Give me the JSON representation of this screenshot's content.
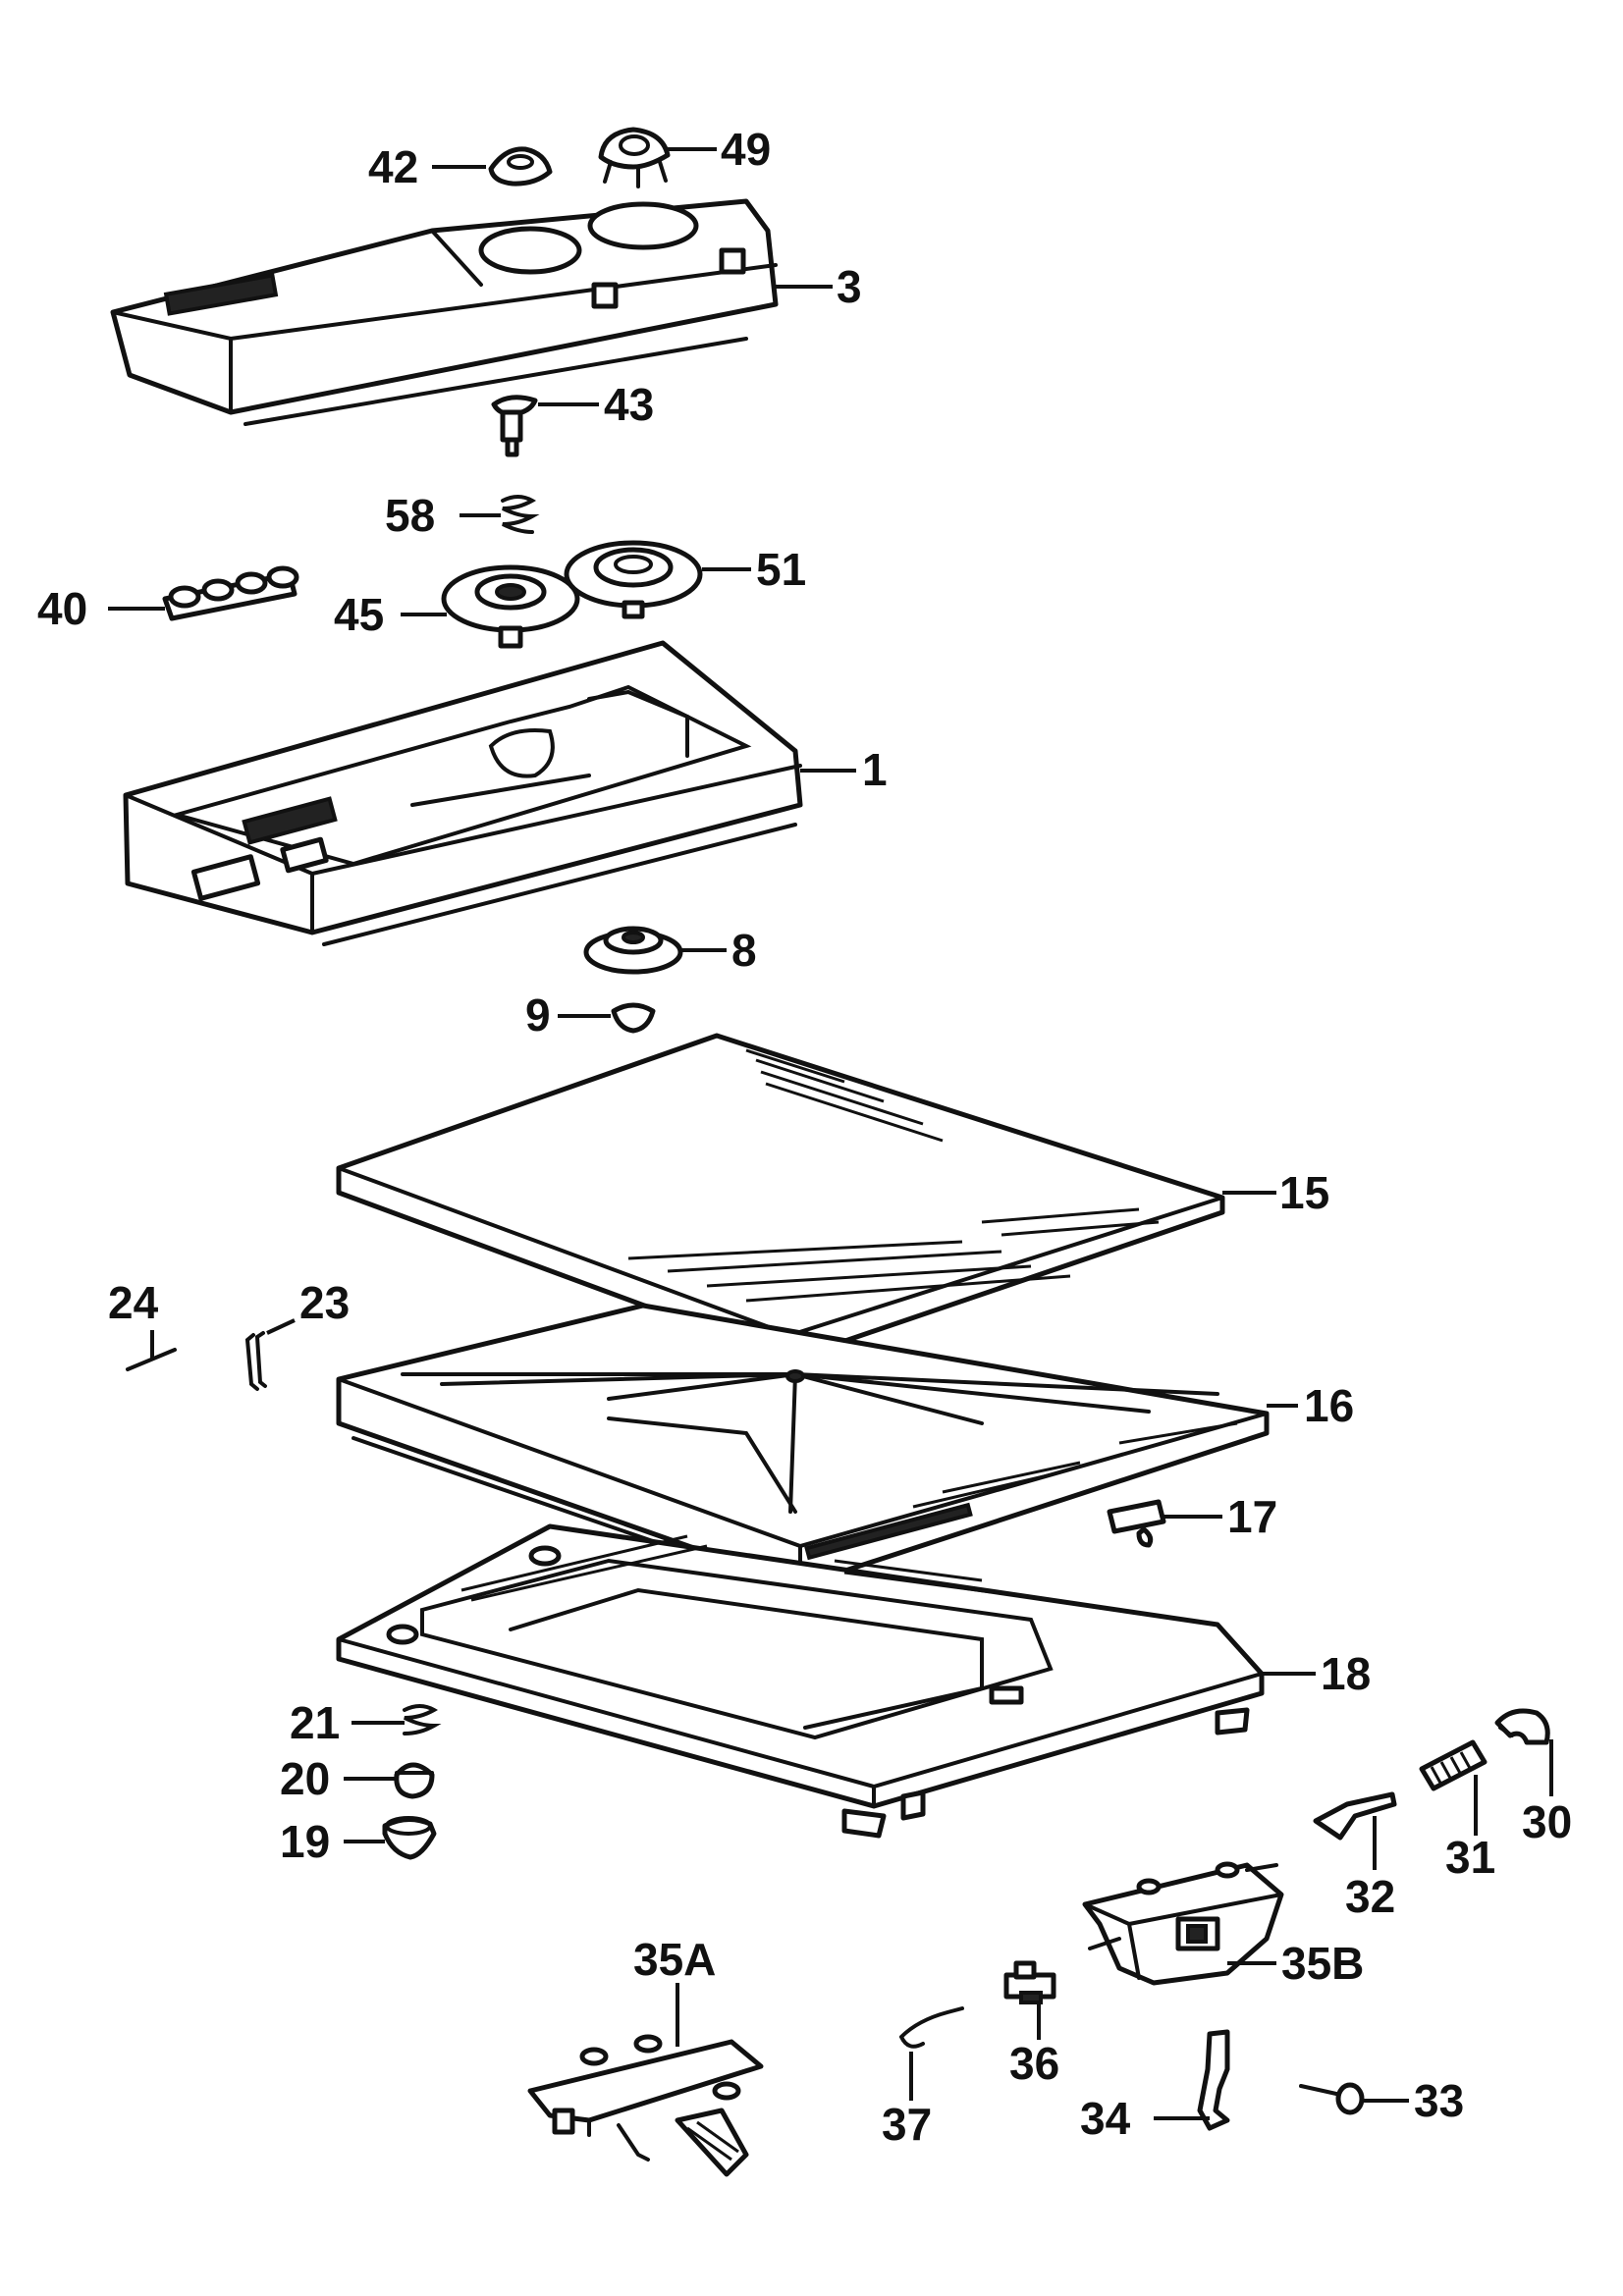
{
  "diagram": {
    "callouts": {
      "p42": "42",
      "p49": "49",
      "p3": "3",
      "p43": "43",
      "p58": "58",
      "p51": "51",
      "p40": "40",
      "p45": "45",
      "p1": "1",
      "p8": "8",
      "p9": "9",
      "p15": "15",
      "p24": "24",
      "p23": "23",
      "p16": "16",
      "p17": "17",
      "p18": "18",
      "p21": "21",
      "p20": "20",
      "p19": "19",
      "p30": "30",
      "p31": "31",
      "p32": "32",
      "p35b": "35B",
      "p35a": "35A",
      "p36": "36",
      "p37": "37",
      "p34": "34",
      "p33": "33"
    }
  }
}
